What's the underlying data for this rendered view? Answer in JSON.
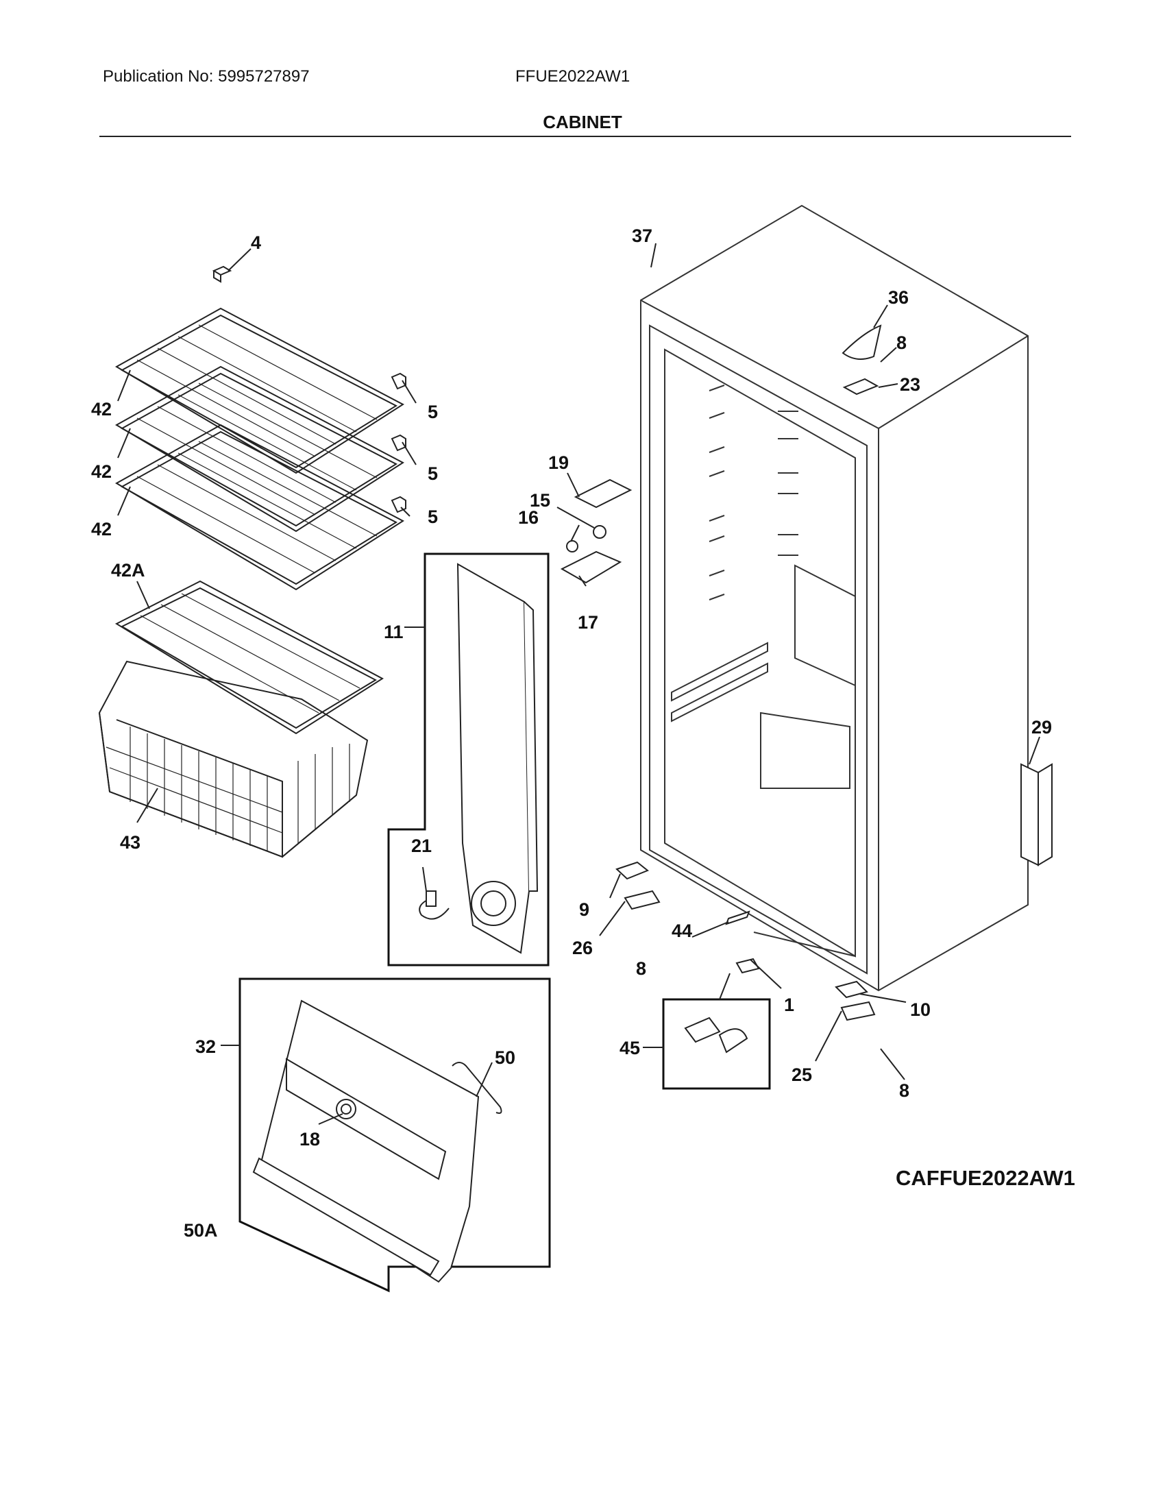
{
  "header": {
    "publication": "Publication No: 5995727897",
    "model": "FFUE2022AW1"
  },
  "title": "CABINET",
  "diagram_code": "CAFFUE2022AW1",
  "callouts": {
    "c1": "1",
    "c4": "4",
    "c5a": "5",
    "c5b": "5",
    "c5c": "5",
    "c8a": "8",
    "c8b": "8",
    "c8c": "8",
    "c9": "9",
    "c10": "10",
    "c11": "11",
    "c15": "15",
    "c16": "16",
    "c17": "17",
    "c18": "18",
    "c19": "19",
    "c21": "21",
    "c23": "23",
    "c25": "25",
    "c26": "26",
    "c29": "29",
    "c32": "32",
    "c36": "36",
    "c37": "37",
    "c42a": "42",
    "c42b": "42",
    "c42c": "42",
    "c42A": "42A",
    "c43": "43",
    "c44": "44",
    "c45": "45",
    "c50": "50",
    "c50A": "50A"
  }
}
